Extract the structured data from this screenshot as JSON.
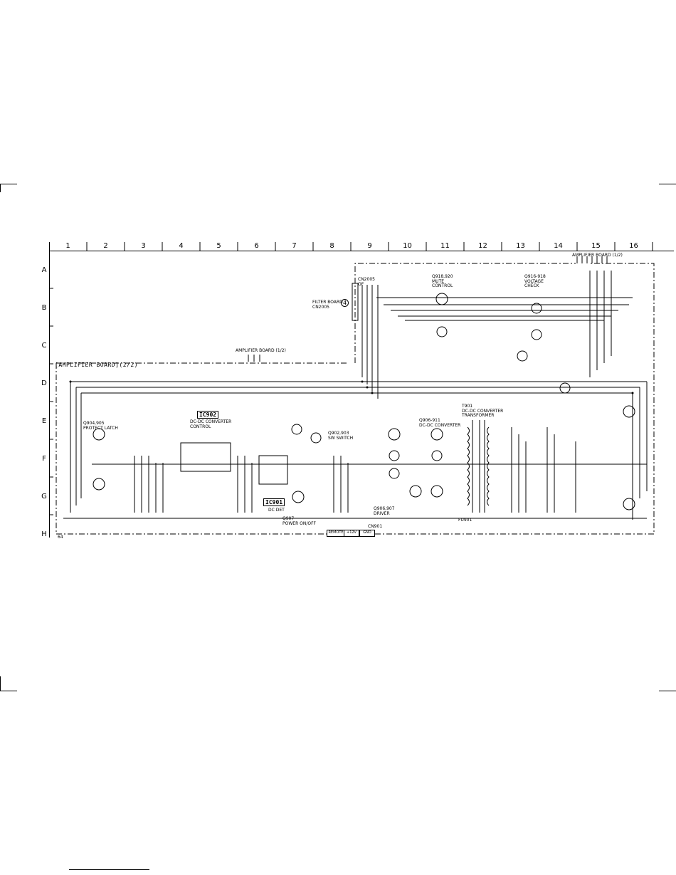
{
  "grid": {
    "columns": [
      "1",
      "2",
      "3",
      "4",
      "5",
      "6",
      "7",
      "8",
      "9",
      "10",
      "11",
      "12",
      "13",
      "14",
      "15",
      "16"
    ],
    "rows": [
      "A",
      "B",
      "C",
      "D",
      "E",
      "F",
      "G",
      "H"
    ]
  },
  "board_title": "[AMPLIFIER BOARD](2/2)",
  "ic_labels": {
    "ic902": "IC902",
    "ic901": "IC901"
  },
  "blocks": {
    "ic902_desc": "DC-DC CONVERTER\nCONTROL",
    "ic901_desc": "DC DET",
    "q904_desc": "Q904,905\nPROTECT LATCH",
    "q907_desc": "Q907\nPOWER ON/OFF",
    "q902_desc": "Q902,903\nSW SWITCH",
    "q906_desc": "Q906-911\nDC-DC CONVERTER",
    "q906_driver": "Q906,907\nDRIVER",
    "t901_desc": "T901\nDC-DC CONVERTER\nTRANSFORMER",
    "q918_desc": "Q918,920\nMUTE\nCONTROL",
    "q916_desc": "Q916-918\nVOLTAGE\nCHECK",
    "filter_board": "FILTER BOARD\nCN2005",
    "amp_board_top": "AMPLIFIER BOARD (1/2)",
    "amp_board_mid": "AMPLIFIER BOARD (1/2)",
    "cn_label": "CN2005\nOF",
    "filter_num": "4"
  },
  "connectors": [
    "REMOTE",
    "+12V",
    "GND"
  ],
  "connector_ref": "CN901",
  "fuse": "FU901",
  "corner_code": "64",
  "colors": {
    "line": "#000000",
    "background": "#ffffff"
  }
}
